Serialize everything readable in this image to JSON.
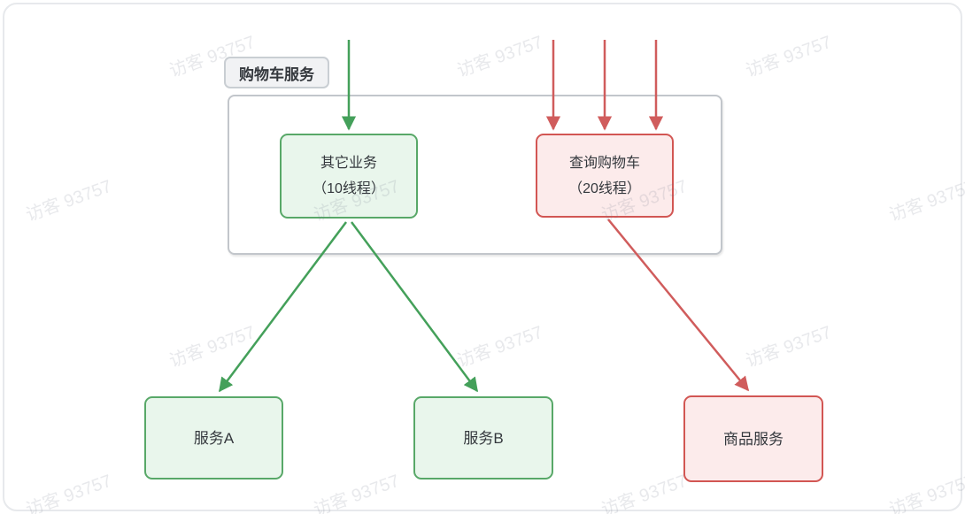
{
  "watermark": {
    "text": "访客 93757"
  },
  "colors": {
    "green_border": "#58a868",
    "green_fill": "#e9f6ec",
    "red_border": "#d25653",
    "red_fill": "#fcebeb",
    "green_arrow": "#44a05a",
    "red_arrow": "#d05c5c",
    "container_border": "#c2c6cb",
    "card_border": "#e7e9ec",
    "label_bg": "#f1f2f4",
    "label_border": "#c9ced3",
    "text": "#34383d"
  },
  "diagram": {
    "group_label": "购物车服务",
    "nodes": {
      "other_business": {
        "line1": "其它业务",
        "line2": "（10线程）"
      },
      "query_cart": {
        "line1": "查询购物车",
        "line2": "（20线程）"
      },
      "service_a": {
        "label": "服务A"
      },
      "service_b": {
        "label": "服务B"
      },
      "product_service": {
        "label": "商品服务"
      }
    }
  }
}
